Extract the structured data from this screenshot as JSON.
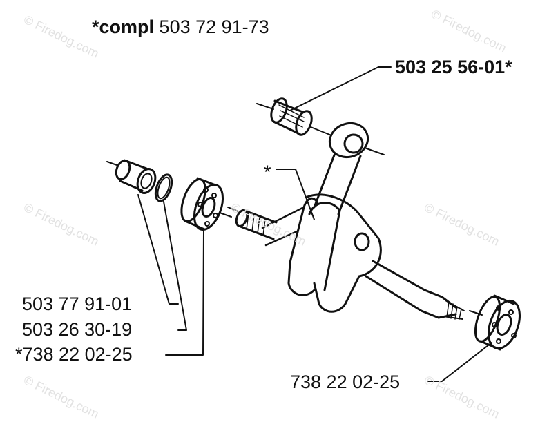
{
  "title_bold": "*compl",
  "title_number": "503 72 91-73",
  "parts": {
    "needle_bearing": "503 25 56-01*",
    "crankshaft": "*",
    "bushing": "503 77 91-01",
    "o_ring": "503 26 30-19",
    "left_bearing": "*738 22 02-25",
    "right_bearing": "738 22 02-25"
  },
  "watermark": "© Firedog.com"
}
